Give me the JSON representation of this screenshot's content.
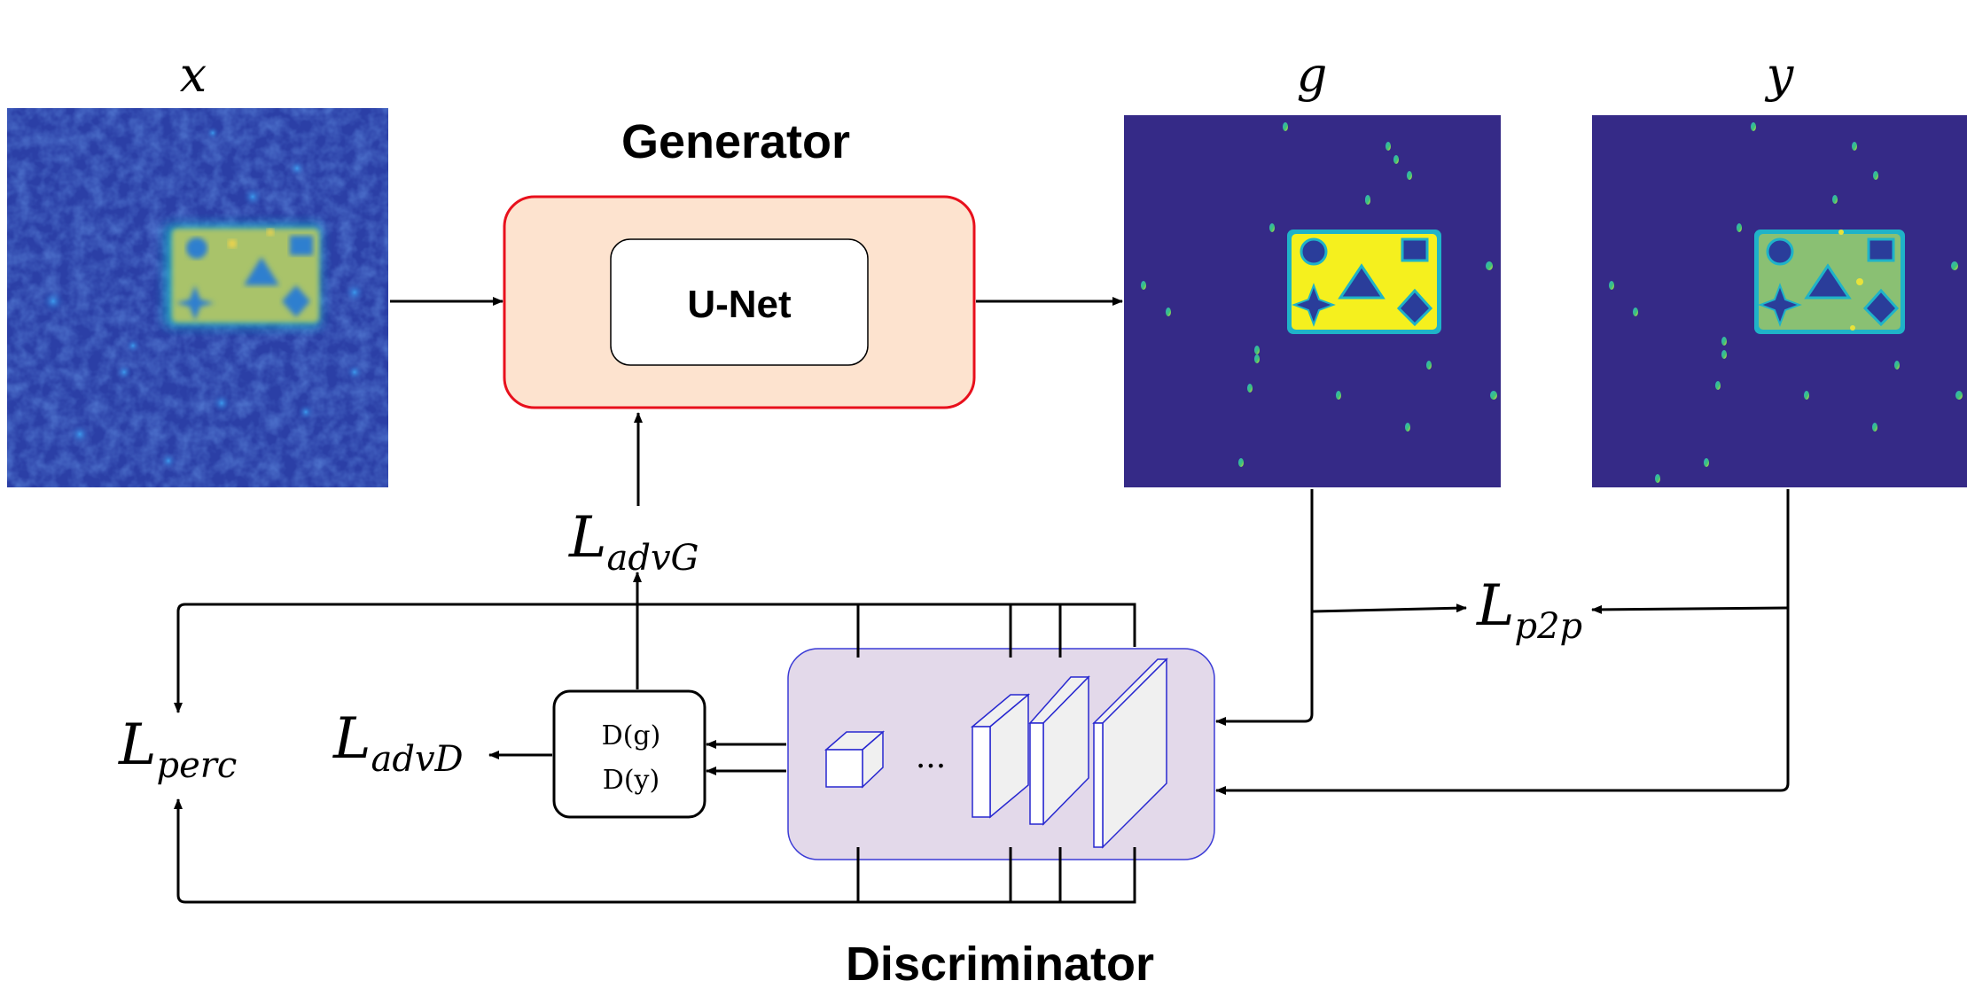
{
  "labels": {
    "x": "x",
    "g": "g",
    "y": "y",
    "generator_title": "Generator",
    "unet": "U-Net",
    "discriminator_title": "Discriminator",
    "ellipsis": "...",
    "d_g": "D(g)",
    "d_y": "D(y)"
  },
  "losses": {
    "adv_g": {
      "base": "L",
      "sub": "advG"
    },
    "adv_d": {
      "base": "L",
      "sub": "advD"
    },
    "perc": {
      "base": "L",
      "sub": "perc"
    },
    "p2p": {
      "base": "L",
      "sub": "p2p"
    }
  },
  "colors": {
    "map_background": "#352a87",
    "noisy_background": "#2b3fa6",
    "generator_fill": "#fde3cf",
    "generator_border": "#e8101c",
    "discriminator_fill": "#e3d9ea",
    "discriminator_border": "#3b3bd6",
    "board_yellow": "#f5f01e",
    "board_green": "#8ac073",
    "board_noisy": "#a9c36a",
    "edge_cyan": "#1fb3c8"
  }
}
